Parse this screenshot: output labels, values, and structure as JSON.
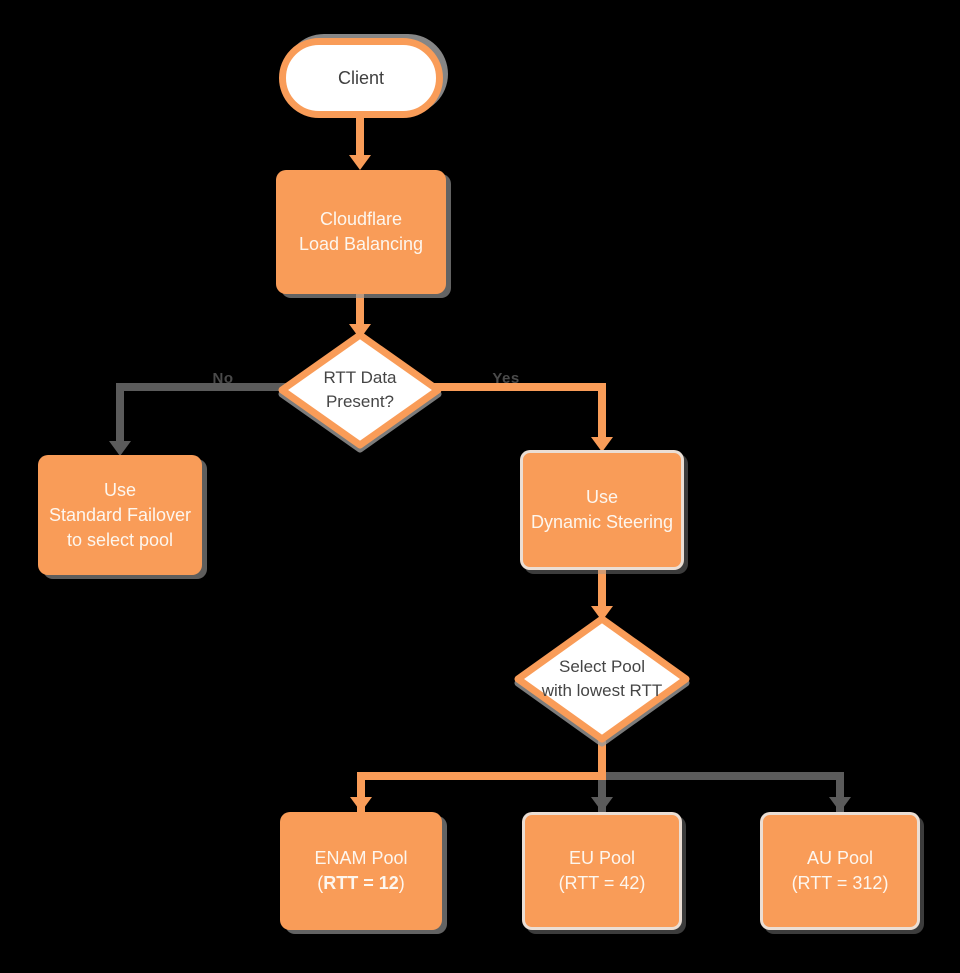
{
  "colors": {
    "orange": "#F99C58",
    "connector_gray": "#5B5B5B",
    "canvas_background": "#000000",
    "node_text_light": "#FDF6EE",
    "node_text_dark": "#454545"
  },
  "nodes": {
    "client": {
      "label": "Client"
    },
    "cloudflare": {
      "line1": "Cloudflare",
      "line2": "Load Balancing"
    },
    "rtt_decision": {
      "line1": "RTT Data",
      "line2": "Present?"
    },
    "standard_failover": {
      "line1": "Use",
      "line2": "Standard Failover",
      "line3": "to select pool"
    },
    "dynamic_steering": {
      "line1": "Use",
      "line2": "Dynamic Steering"
    },
    "select_pool": {
      "line1": "Select Pool",
      "line2": "with lowest RTT"
    },
    "enam_pool": {
      "line1": "ENAM Pool",
      "line2_open": "(",
      "line2_bold": "RTT = 12",
      "line2_close": ")"
    },
    "eu_pool": {
      "line1": "EU Pool",
      "line2": "(RTT = 42)"
    },
    "au_pool": {
      "line1": "AU Pool",
      "line2": "(RTT = 312)"
    }
  },
  "edges": {
    "no_label": "No",
    "yes_label": "Yes"
  }
}
